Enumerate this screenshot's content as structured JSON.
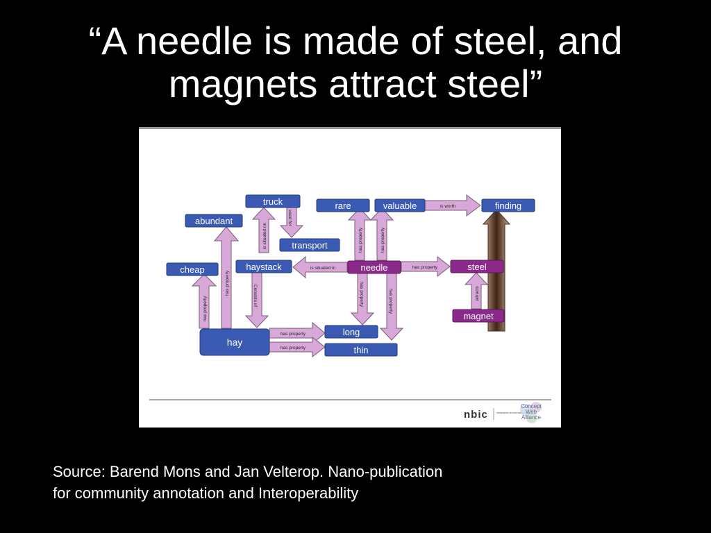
{
  "slide": {
    "title_line1": "“A needle is made of steel, and",
    "title_line2": "magnets attract steel”",
    "source_line1": "Source: Barend Mons and Jan Velterop. Nano-publication",
    "source_line2": "for community annotation and Interoperability"
  },
  "diagram": {
    "colors": {
      "concept_blue": "#3a5ab4",
      "concept_purple": "#8c2a8c",
      "arrow_fill": "#d8a8d8",
      "arrow_stroke": "#7a5a7a",
      "background": "#ffffff"
    },
    "nodes": {
      "truck": "truck",
      "abundant": "abundant",
      "transport": "transport",
      "cheap": "cheap",
      "haystack": "haystack",
      "hay": "hay",
      "long": "long",
      "thin": "thin",
      "rare": "rare",
      "valuable": "valuable",
      "finding": "finding",
      "needle": "needle",
      "steel": "steel",
      "magnet": "magnet"
    },
    "edges": {
      "hay_cheap": "has property",
      "hay_abundant": "has property",
      "haystack_truck": "is situated on",
      "truck_transport": "used for",
      "haystack_hay": "Consists of",
      "hay_long": "has property",
      "hay_thin": "has property",
      "needle_haystack": "is situated in",
      "needle_rare": "has property",
      "needle_valuable": "has property",
      "valuable_finding": "is worth",
      "needle_steel": "has property",
      "needle_long": "has property",
      "needle_thin": "has property",
      "magnet_steel": "attracts"
    },
    "footer": {
      "nbic": "nbic",
      "nbic_tag": "netherlands bioinformatics centre",
      "cwa_line1": "Concept",
      "cwa_line2": "Web",
      "cwa_line3": "Alliance"
    }
  }
}
